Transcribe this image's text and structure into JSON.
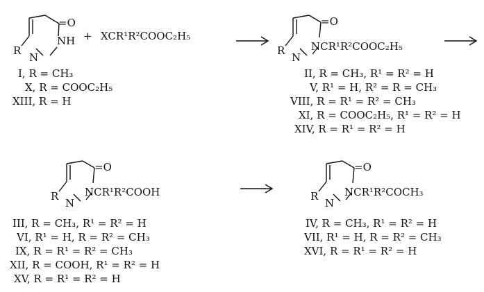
{
  "scheme": {
    "reagent": "XCR¹R²COOC₂H₅",
    "plus": "+",
    "structures": {
      "s1": {
        "r": "R",
        "oxo": "=O",
        "nh": "NH",
        "n2": "N"
      },
      "s2": {
        "r": "R",
        "oxo": "=O",
        "sub": "NCR¹R²COOC₂H₅",
        "n2": "N"
      },
      "s3": {
        "r": "R",
        "oxo": "=O",
        "sub": "NCR¹R²COOH",
        "n2": "N"
      },
      "s4": {
        "r": "R",
        "oxo": "=O",
        "sub": "NCR¹R²COCH₃",
        "n2": "N"
      }
    },
    "lists": {
      "list1": [
        "I, R = CH₃",
        "X, R = COOC₂H₅",
        "XIII, R = H"
      ],
      "list2": [
        "II, R = CH₃, R¹ = R² = H",
        "V, R¹ = H, R² = R = CH₃",
        "VIII, R = R¹ = R² = CH₃",
        "XI, R = COOC₂H₅, R¹ = R² = H",
        "XIV, R = R¹ = R² = H"
      ],
      "list3": [
        "III, R = CH₃, R¹ = R² = H",
        "VI, R¹ = H, R = R² = CH₃",
        "IX, R = R¹ = R² = CH₃",
        "XII, R = COOH, R¹ = R² = H",
        "XV, R = R¹ = R² = H"
      ],
      "list4": [
        "IV, R = CH₃, R¹ = R² = H",
        "VII, R¹ = H, R = R² = CH₃",
        "XVI, R = R¹ = R² = H"
      ]
    }
  }
}
